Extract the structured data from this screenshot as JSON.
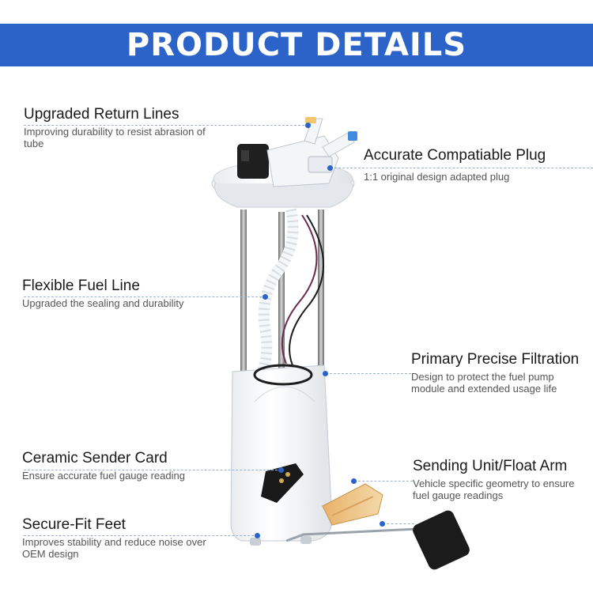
{
  "banner": {
    "title": "PRODUCT DETAILS",
    "color": "#2b63c9"
  },
  "features": [
    {
      "title": "Upgraded Return Lines",
      "description": "Improving durability to resist abrasion of tube"
    },
    {
      "title": "Accurate Compatiable Plug",
      "description": "1:1 original design adapted plug"
    },
    {
      "title": "Flexible Fuel Line",
      "description": "Upgraded the sealing and durability"
    },
    {
      "title": "Primary Precise Filtration",
      "description": "Design to protect the fuel pump module and extended usage life"
    },
    {
      "title": "Ceramic Sender Card",
      "description": "Ensure accurate fuel gauge reading"
    },
    {
      "title": "Sending Unit/Float Arm",
      "description": "Vehicle specific geometry to ensure fuel gauge readings"
    },
    {
      "title": "Secure-Fit Feet",
      "description": "Improves stability and reduce noise over OEM design"
    }
  ]
}
